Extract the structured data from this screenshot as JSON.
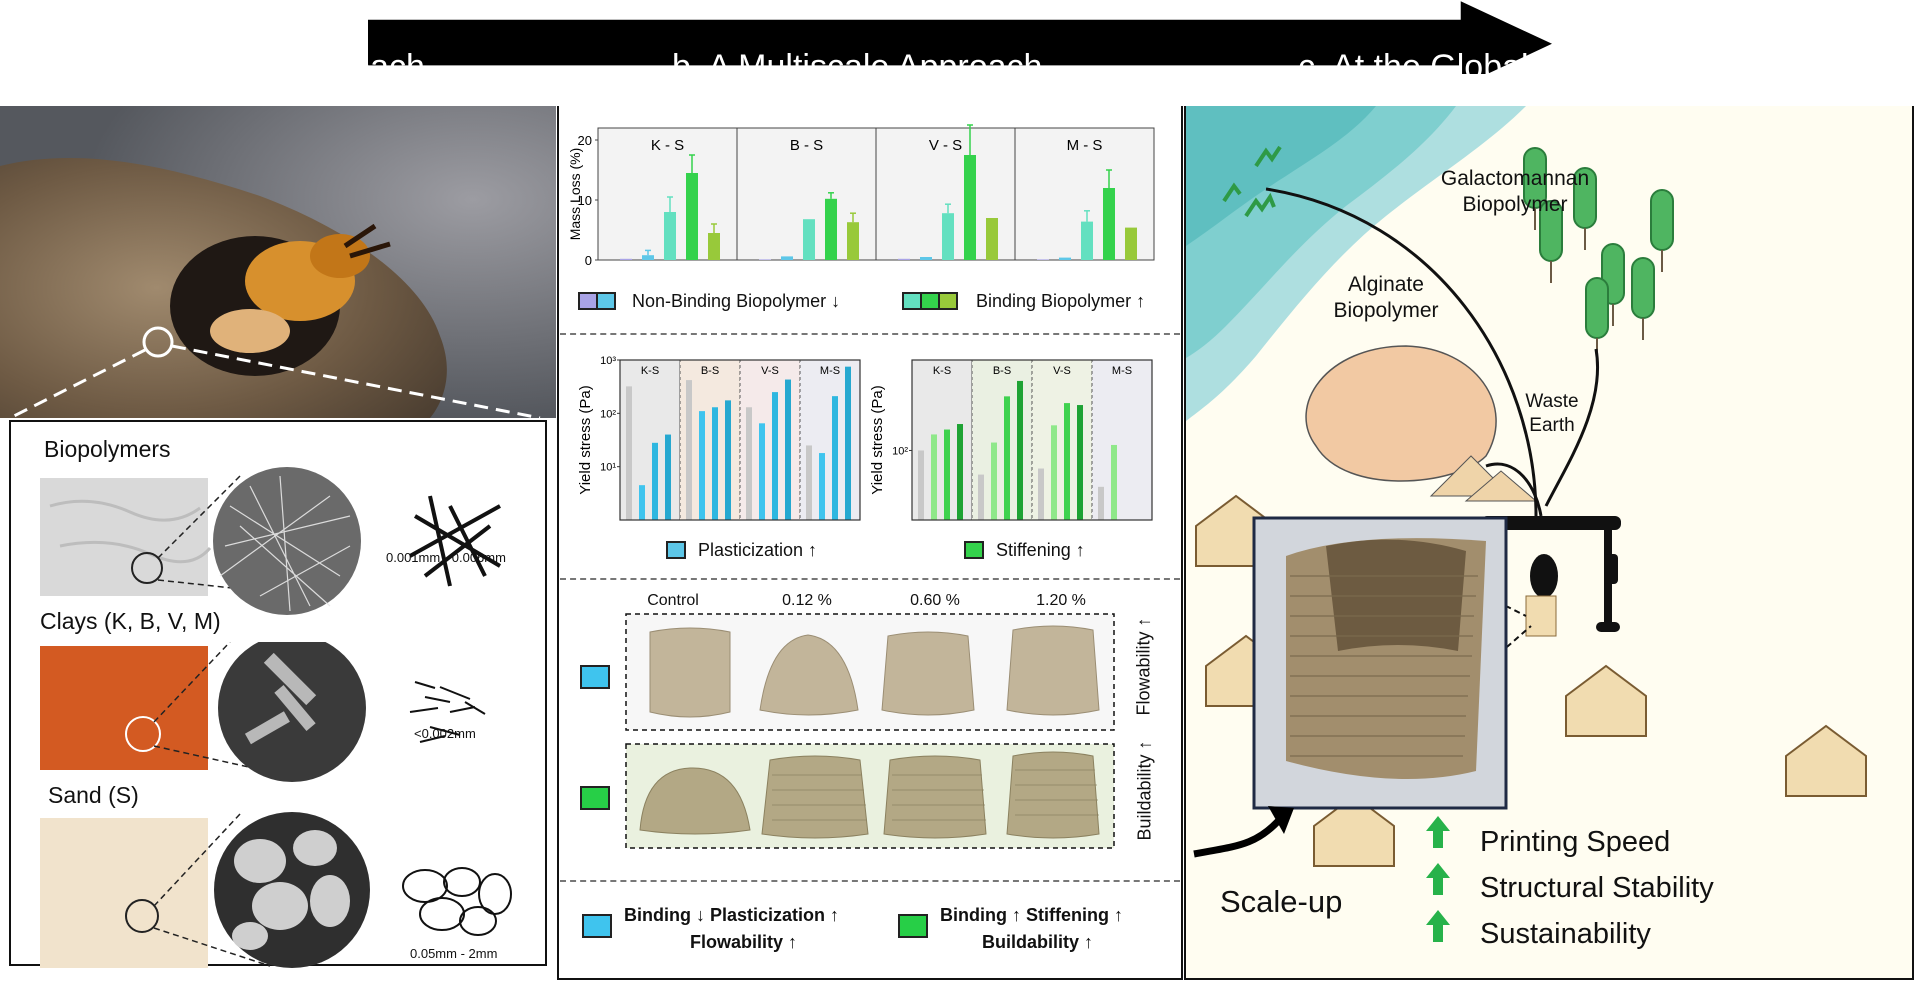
{
  "headers": {
    "a": "a. Nature’s Approach",
    "b": "b. A Multiscale Approach",
    "c": "c. At the Global Scale"
  },
  "panel_a": {
    "materials": [
      {
        "name": "Biopolymers",
        "scale": "0.001mm - 0.006mm"
      },
      {
        "name": "Clays (K, B, V, M)",
        "scale": "<0.002mm"
      },
      {
        "name": "Sand (S)",
        "scale": "0.05mm - 2mm"
      }
    ]
  },
  "panel_b": {
    "legend_row1": {
      "non_binding": "Non-Binding Biopolymer ↓",
      "binding": "Binding Biopolymer ↑"
    },
    "legend_row2": {
      "plasticization": "Plasticization ↑",
      "stiffening": "Stiffening ↑"
    },
    "print_columns": [
      "Control",
      "0.12 %",
      "0.60 %",
      "1.20 %"
    ],
    "flowability": "Flowability ↑",
    "buildability": "Buildability ↑",
    "bottom_left_line1": "Binding ↓ Plasticization ↑",
    "bottom_left_line2": "Flowability ↑",
    "bottom_right_line1": "Binding ↑ Stiffening ↑",
    "bottom_right_line2": "Buildability ↑"
  },
  "panel_c": {
    "galactomannan": "Galactomannan Biopolymer",
    "alginate": "Alginate Biopolymer",
    "waste_earth": "Waste Earth",
    "scale_up": "Scale-up",
    "benefits": [
      "Printing Speed",
      "Structural Stability",
      "Sustainability"
    ]
  },
  "chart_data": [
    {
      "type": "bar",
      "ylabel": "Mass Loss (%)",
      "ylim": [
        0,
        22
      ],
      "yticks": [
        "0",
        "10",
        "20"
      ],
      "groups": [
        "K - S",
        "B - S",
        "V - S",
        "M - S"
      ],
      "series_colors": [
        "#a9a3e6",
        "#5dc7e8",
        "#63e0c0",
        "#34d24c",
        "#98c93a"
      ],
      "series": [
        {
          "values": [
            0.2,
            0.8,
            8,
            14.5,
            4.5
          ],
          "errors": [
            0,
            0.8,
            2.5,
            3,
            1.5
          ]
        },
        {
          "values": [
            0.1,
            0.6,
            6.8,
            10.2,
            6.3
          ],
          "errors": [
            0,
            0,
            0,
            1,
            1.5
          ]
        },
        {
          "values": [
            0.2,
            0.5,
            7.8,
            17.5,
            7
          ],
          "errors": [
            0,
            0,
            1.5,
            5,
            0
          ]
        },
        {
          "values": [
            0.1,
            0.4,
            6.4,
            12,
            5.4
          ],
          "errors": [
            0,
            0,
            1.8,
            3,
            0
          ]
        }
      ]
    },
    {
      "type": "bar",
      "ylabel": "Yield stress (Pa)",
      "yscale": "log",
      "ylim": [
        1,
        1000
      ],
      "yticks": [
        "10¹",
        "10²",
        "10³"
      ],
      "groups": [
        "K-S",
        "B-S",
        "V-S",
        "M-S"
      ],
      "group_shades": [
        "#e9e9e9",
        "#f4e9df",
        "#f5eaea",
        "#ececf2"
      ],
      "series_colors": [
        "#c8c8c8",
        "#3fc4ee",
        "#2eb7e0",
        "#26a8d0",
        "#1f92b8"
      ],
      "groups_values": [
        [
          320,
          4.5,
          28,
          40
        ],
        [
          420,
          110,
          130,
          175
        ],
        [
          130,
          65,
          250,
          430
        ],
        [
          25,
          18,
          210,
          750
        ]
      ]
    },
    {
      "type": "bar",
      "ylabel": "Yield stress (Pa)",
      "yscale": "log",
      "ylim": [
        10,
        2000
      ],
      "yticks": [
        "10²"
      ],
      "groups": [
        "K-S",
        "B-S",
        "V-S",
        "M-S"
      ],
      "group_shades": [
        "#e9e9e9",
        "#eaf0e2",
        "#eef2e4",
        "#ececf2"
      ],
      "series_colors": [
        "#c8c8c8",
        "#8fe88a",
        "#3fd24f",
        "#1ea334",
        "#a9ef9a"
      ],
      "groups_values": [
        [
          100,
          170,
          200,
          240
        ],
        [
          45,
          130,
          600,
          1000
        ],
        [
          55,
          230,
          480,
          450
        ],
        [
          30,
          120,
          0,
          0
        ]
      ]
    }
  ]
}
